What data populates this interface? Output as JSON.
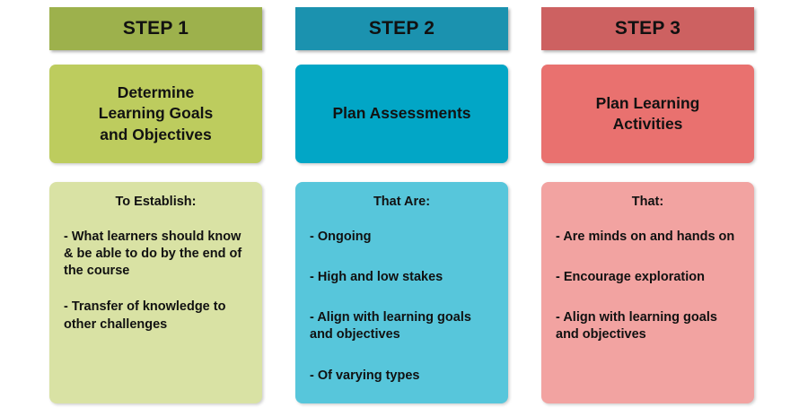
{
  "diagram": {
    "background": "#ffffff",
    "columns": [
      {
        "id": "step-1",
        "header_label": "STEP 1",
        "header_color": "#9DB14C",
        "main_color": "#BDCC5E",
        "detail_color": "#D9E2A4",
        "main_title": "Determine\nLearning Goals\nand Objectives",
        "main_title_lines": [
          "Determine",
          "Learning Goals",
          "and Objectives"
        ],
        "detail_heading": "To Establish:",
        "detail_items": [
          "- What learners should know & be able to do by the end of the course",
          "- Transfer of knowledge to other challenges"
        ]
      },
      {
        "id": "step-2",
        "header_label": "STEP 2",
        "header_color": "#1B92AF",
        "main_color": "#02A6C6",
        "detail_color": "#57C6DB",
        "main_title": "Plan Assessments",
        "main_title_lines": [
          "Plan Assessments"
        ],
        "detail_heading": "That Are:",
        "detail_items": [
          "- Ongoing",
          "- High and low stakes",
          "- Align with learning goals and objectives",
          "- Of varying types"
        ]
      },
      {
        "id": "step-3",
        "header_label": "STEP 3",
        "header_color": "#CD6161",
        "main_color": "#E9716F",
        "detail_color": "#F2A3A1",
        "main_title": "Plan Learning\nActivities",
        "main_title_lines": [
          "Plan Learning",
          "Activities"
        ],
        "detail_heading": "That:",
        "detail_items": [
          "- Are minds on and hands on",
          "- Encourage exploration",
          "- Align with learning goals and objectives"
        ]
      }
    ]
  }
}
